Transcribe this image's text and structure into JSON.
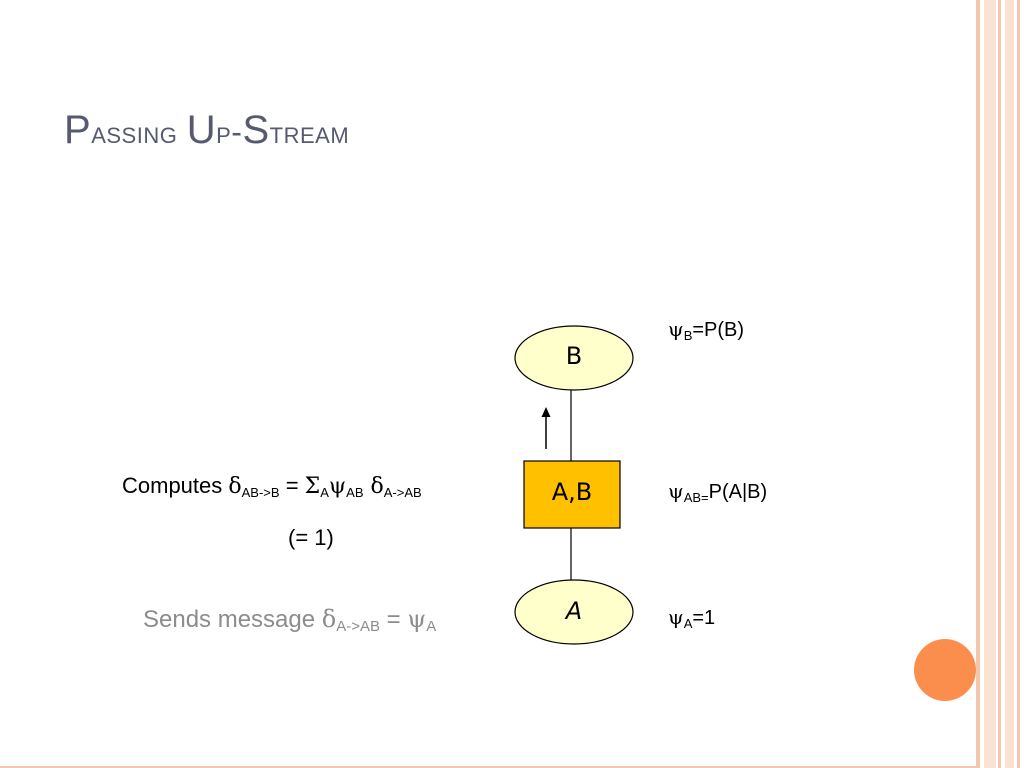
{
  "title": {
    "cap1": "P",
    "rest1": "assing ",
    "cap2": "U",
    "rest2": "p-",
    "cap3": "S",
    "rest3": "tream"
  },
  "nodes": {
    "top": "B",
    "middle": "A,B",
    "bottom": "A"
  },
  "potentials": {
    "b": {
      "psi": "ψ",
      "sub": "B",
      "rest": "=P(B)"
    },
    "ab": {
      "psi": "ψ",
      "sub": "AB=",
      "rest": "P(A|B)"
    },
    "a": {
      "psi": "ψ",
      "sub": "A",
      "rest": "=1"
    }
  },
  "computes": {
    "label": "Computes ",
    "delta": "δ",
    "delta_sub": "AB->B",
    "eq": " = ",
    "sigma": "Σ",
    "sigma_sub": "A",
    "psi": "ψ",
    "psi_sub": "AB",
    "delta2": " δ",
    "delta2_sub": "A->AB",
    "note": "(= 1)"
  },
  "sends": {
    "label": "Sends message ",
    "delta": "δ",
    "delta_sub": "A->AB",
    "eq": " = ",
    "psi": "ψ",
    "psi_sub": "A"
  },
  "colors": {
    "node_fill": "#ffffcc",
    "clique_fill": "#ffc000",
    "accent": "#fb8e4d",
    "stripe": "#f3c8ae",
    "title": "#555a6e"
  }
}
